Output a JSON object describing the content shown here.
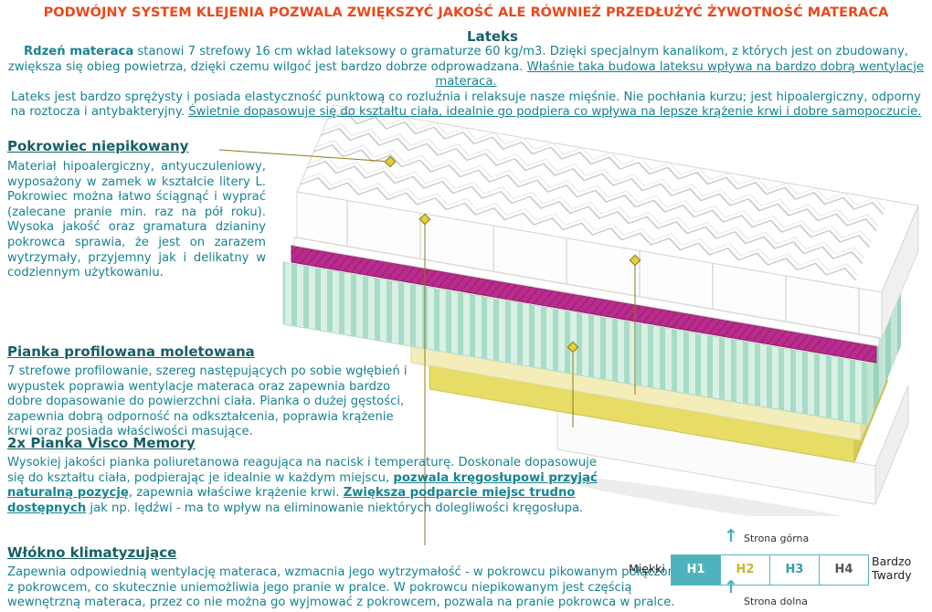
{
  "banner": {
    "text": "PODWÓJNY SYSTEM KLEJENIA POZWALA ZWIĘKSZYĆ JAKOŚĆ ALE RÓWNIEŻ PRZEDŁUŻYĆ ŻYWOTNOŚĆ MATERACA"
  },
  "lateks": {
    "title": "Lateks",
    "p1": {
      "bold": "Rdzeń materaca",
      "normal": " stanowi 7 strefowy 16 cm wkład lateksowy o gramaturze 60 kg/m3. Dzięki specjalnym kanalikom, z których jest on zbudowany, zwiększa się obieg powietrza, dzięki czemu wilgoć jest bardzo dobrze odprowadzana. ",
      "underline": "Właśnie taka budowa lateksu wpływa na bardzo dobrą wentylacje materaca."
    },
    "p2": {
      "normal": "Lateks jest bardzo sprężysty i posiada elastyczność punktową co rozluźnia i relaksuje nasze mięśnie. Nie pochłania kurzu; jest hipoalergiczny, odporny na roztocza i antybakteryjny. ",
      "underline": "Świetnie dopasowuje się do kształtu ciała, idealnie go podpiera co wpływa na lepsze krążenie krwi i dobre samopoczucie."
    }
  },
  "sections": {
    "pokrowiec": {
      "title": "Pokrowiec niepikowany",
      "text": "Materiał hipoalergiczny, antyuczuleniowy, wyposażony w zamek w kształcie litery L. Pokrowiec można łatwo ściągnąć i wyprać (zalecane pranie min. raz na pół roku). Wysoka jakość oraz gramatura dzianiny pokrowca sprawia, że jest on zarazem wytrzymały, przyjemny jak i delikatny w codziennym użytkowaniu."
    },
    "profilowana": {
      "title": "Pianka profilowana moletowana",
      "text": "7 strefowe profilowanie, szereg następujących po sobie wgłębień i wypustek poprawia wentylacje materaca oraz zapewnia bardzo dobre dopasowanie do powierzchni ciała. Pianka o dużej gęstości, zapewnia dobrą odporność na odkształcenia, poprawia krążenie krwi oraz posiada właściwości masujące."
    },
    "visco": {
      "title": "2x Pianka Visco Memory",
      "a": "Wysokiej jakości pianka poliuretanowa reagująca na nacisk i temperaturę. Doskonale dopasowuje się do kształtu ciała, podpierając je idealnie w każdym miejscu, ",
      "b": "pozwala kręgosłupowi przyjąć naturalną pozycję",
      "c": ", zapewnia właściwe krążenie krwi. ",
      "d": "Zwiększa podparcie miejsc trudno dostępnych",
      "e": " jak np. lędźwi - ma to wpływ na eliminowanie niektórych dolegliwości kręgosłupa."
    },
    "wlokno": {
      "title": "Włókno klimatyzujące",
      "text": "Zapewnia odpowiednią wentylację materaca, wzmacnia jego wytrzymałość - w pokrowcu pikowanym połączona z pokrowcem, co skutecznie uniemożliwia jego pranie w pralce. W pokrowcu niepikowanym jest częścią wewnętrzną materaca, przez co nie można go wyjmować z pokrowcem, pozwala na pranie pokrowca w pralce."
    }
  },
  "scale": {
    "top_label": "Strona górna",
    "bottom_label": "Strona dolna",
    "left_label": "Miękki",
    "right_label_line1": "Bardzo",
    "right_label_line2": "Twardy",
    "levels": [
      {
        "label": "H1",
        "state": "active"
      },
      {
        "label": "H2",
        "state": "normal"
      },
      {
        "label": "H3",
        "state": "normal"
      },
      {
        "label": "H4",
        "state": "normal"
      }
    ]
  },
  "colors": {
    "banner_red": "#e8491d",
    "heading_teal": "#175f66",
    "body_teal": "#178391",
    "callout_olive": "#8d7a1a",
    "diamond_yellow": "#e7ce35",
    "layer_magenta": "#b92b8c",
    "layer_mint": "#d9f0e4",
    "layer_mint_stripe": "#a9dcc6",
    "layer_pale_yellow": "#f3edba",
    "layer_yellow": "#e6dc66",
    "scale_teal": "#4fb3bd",
    "scale_h2_yellow": "#c8b62f"
  }
}
